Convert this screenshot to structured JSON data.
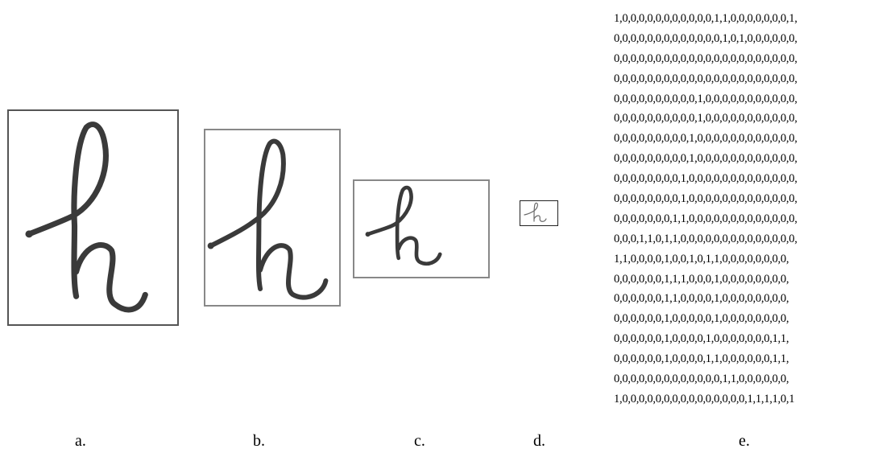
{
  "captions": {
    "a": "a.",
    "b": "b.",
    "c": "c.",
    "d": "d.",
    "e": "e."
  },
  "panels": [
    {
      "id": "a",
      "glyph": "h"
    },
    {
      "id": "b",
      "glyph": "h"
    },
    {
      "id": "c",
      "glyph": "h"
    },
    {
      "id": "d",
      "glyph": "h"
    }
  ],
  "colors": {
    "ink": "#3a3a3a",
    "panel_border": "#555555"
  },
  "matrix_rows": [
    "1,0,0,0,0,0,0,0,0,0,0,0,1,1,0,0,0,0,0,0,0,1,",
    "0,0,0,0,0,0,0,0,0,0,0,0,0,1,0,1,0,0,0,0,0,0,",
    "0,0,0,0,0,0,0,0,0,0,0,0,0,0,0,0,0,0,0,0,0,0,",
    "0,0,0,0,0,0,0,0,0,0,0,0,0,0,0,0,0,0,0,0,0,0,",
    "0,0,0,0,0,0,0,0,0,0,1,0,0,0,0,0,0,0,0,0,0,0,",
    "0,0,0,0,0,0,0,0,0,0,1,0,0,0,0,0,0,0,0,0,0,0,",
    "0,0,0,0,0,0,0,0,0,1,0,0,0,0,0,0,0,0,0,0,0,0,",
    "0,0,0,0,0,0,0,0,0,1,0,0,0,0,0,0,0,0,0,0,0,0,",
    "0,0,0,0,0,0,0,0,1,0,0,0,0,0,0,0,0,0,0,0,0,0,",
    "0,0,0,0,0,0,0,0,1,0,0,0,0,0,0,0,0,0,0,0,0,0,",
    "0,0,0,0,0,0,0,1,1,0,0,0,0,0,0,0,0,0,0,0,0,0,",
    "0,0,0,1,1,0,1,1,0,0,0,0,0,0,0,0,0,0,0,0,0,0,",
    "1,1,0,0,0,0,1,0,0,1,0,1,1,0,0,0,0,0,0,0,0,",
    "0,0,0,0,0,0,1,1,1,0,0,0,1,0,0,0,0,0,0,0,0,",
    "0,0,0,0,0,0,1,1,0,0,0,0,1,0,0,0,0,0,0,0,0,",
    "0,0,0,0,0,0,1,0,0,0,0,0,1,0,0,0,0,0,0,0,0,",
    "0,0,0,0,0,0,1,0,0,0,0,1,0,0,0,0,0,0,0,1,1,",
    "0,0,0,0,0,0,1,0,0,0,0,1,1,0,0,0,0,0,0,1,1,",
    "0,0,0,0,0,0,0,0,0,0,0,0,0,1,1,0,0,0,0,0,0,",
    "1,0,0,0,0,0,0,0,0,0,0,0,0,0,0,0,1,1,1,1,0,1"
  ]
}
